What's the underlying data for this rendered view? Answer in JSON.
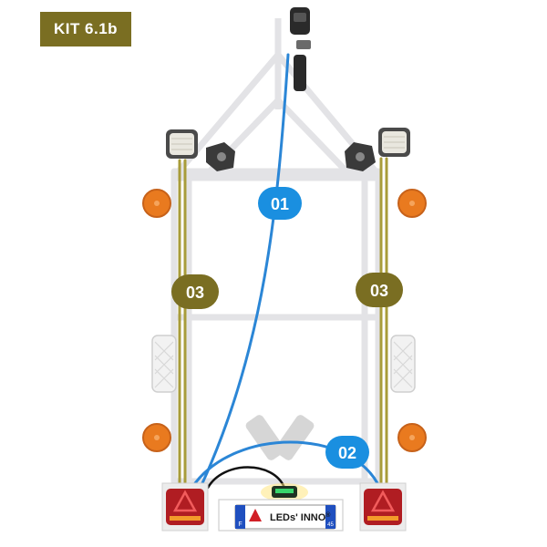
{
  "kit_label": "KIT 6.1b",
  "callouts": [
    {
      "label": "01",
      "color": "#1a8fe0"
    },
    {
      "label": "02",
      "color": "#1a8fe0"
    },
    {
      "label": "03",
      "color": "#7a6e22"
    },
    {
      "label": "03",
      "color": "#7a6e22"
    }
  ],
  "plate": {
    "brand": "LEDs' INNO",
    "mark": "®",
    "left_letter": "F",
    "right_number": "45"
  },
  "colors": {
    "frame": "#e3e3e6",
    "cable_blue": "#2b86d6",
    "cable_olive": "#a89c3a",
    "reflector": "#e97a1f",
    "tail_light": "#b01d22",
    "badge": "#7a6e22"
  },
  "icons": {
    "connector": "plug-connector-icon",
    "work_lamp": "work-lamp-icon",
    "plate_light": "plate-light-icon"
  }
}
